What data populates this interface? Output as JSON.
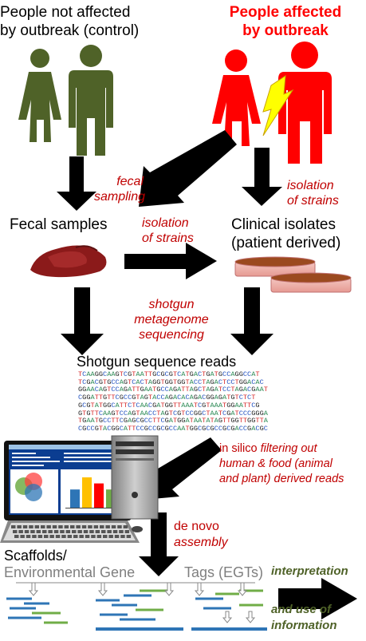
{
  "control_label": [
    "People not affected",
    "by outbreak (control)"
  ],
  "affected_label": [
    "People affected",
    "by outbreak"
  ],
  "fecal_sampling": [
    "fecal",
    "sampling"
  ],
  "isolation_left": [
    "isolation",
    "of strains"
  ],
  "isolation_right": [
    "isolation",
    "of strains"
  ],
  "fecal_samples": "Fecal samples",
  "clinical_isolates": [
    "Clinical isolates",
    "(patient derived)"
  ],
  "shotgun_seq": [
    "shotgun",
    "metagenome",
    "sequencing"
  ],
  "reads_title": "Shotgun sequence reads",
  "sequence_lines": [
    "TCAAGGCAAGTCGTAATTGCGCGTCATGACTGATGCCAGGCCAT",
    "TCGACGTGCCAGTCACTAGGTGGTGGTACCTAGACTCCTGGACAC",
    "GGAACAGTCCAGATTGAATGCCAGATTAGCTAGATCCTAGACGAAT",
    "CGGATTGTTCGCCGTAGTACCAGACACAGACGGAGATGTCTCT",
    "GCGTATGGCATTCTCAACGATGGTTAAATCGTAAATGGAATTCG",
    "GTGTTCAAGTCCAGTAACCTAGTCGTCCGGCTAATCGATCCCGGGA",
    "TGAATGCCTTCGAGCGCCTTCGATGGATAATATAGTTGGTTGGTTA",
    "CGCCGTACGGCATTCCGCCGCGCCAATGGCGCGCCGCGACCGACGC"
  ],
  "insilico": {
    "normal_1": "in silico ",
    "italic_1": "filtering out",
    "italic_2": "human & food (animal",
    "italic_3": "and plant) derived reads"
  },
  "denovo": {
    "normal": "de novo",
    "italic": "assembly"
  },
  "scaffolds_label": "Scaffolds/",
  "egt_label_left": "Environmental Gene",
  "egt_label_right": "Tags (EGTs)",
  "interpretation": [
    "interpretation",
    "and use of",
    "information"
  ],
  "colors": {
    "control": "#4f6228",
    "affected": "#ff0000",
    "bolt": "#ffff00",
    "label_red": "#c00000",
    "interp_green": "#4f6228",
    "scaffold_blue": "#2e75b6",
    "scaffold_green": "#70ad47"
  },
  "chart_bars": [
    {
      "color": "#2e75b6",
      "value": 3
    },
    {
      "color": "#ffc000",
      "value": 5
    },
    {
      "color": "#ff0000",
      "value": 4
    },
    {
      "color": "#70ad47",
      "value": 3
    }
  ]
}
